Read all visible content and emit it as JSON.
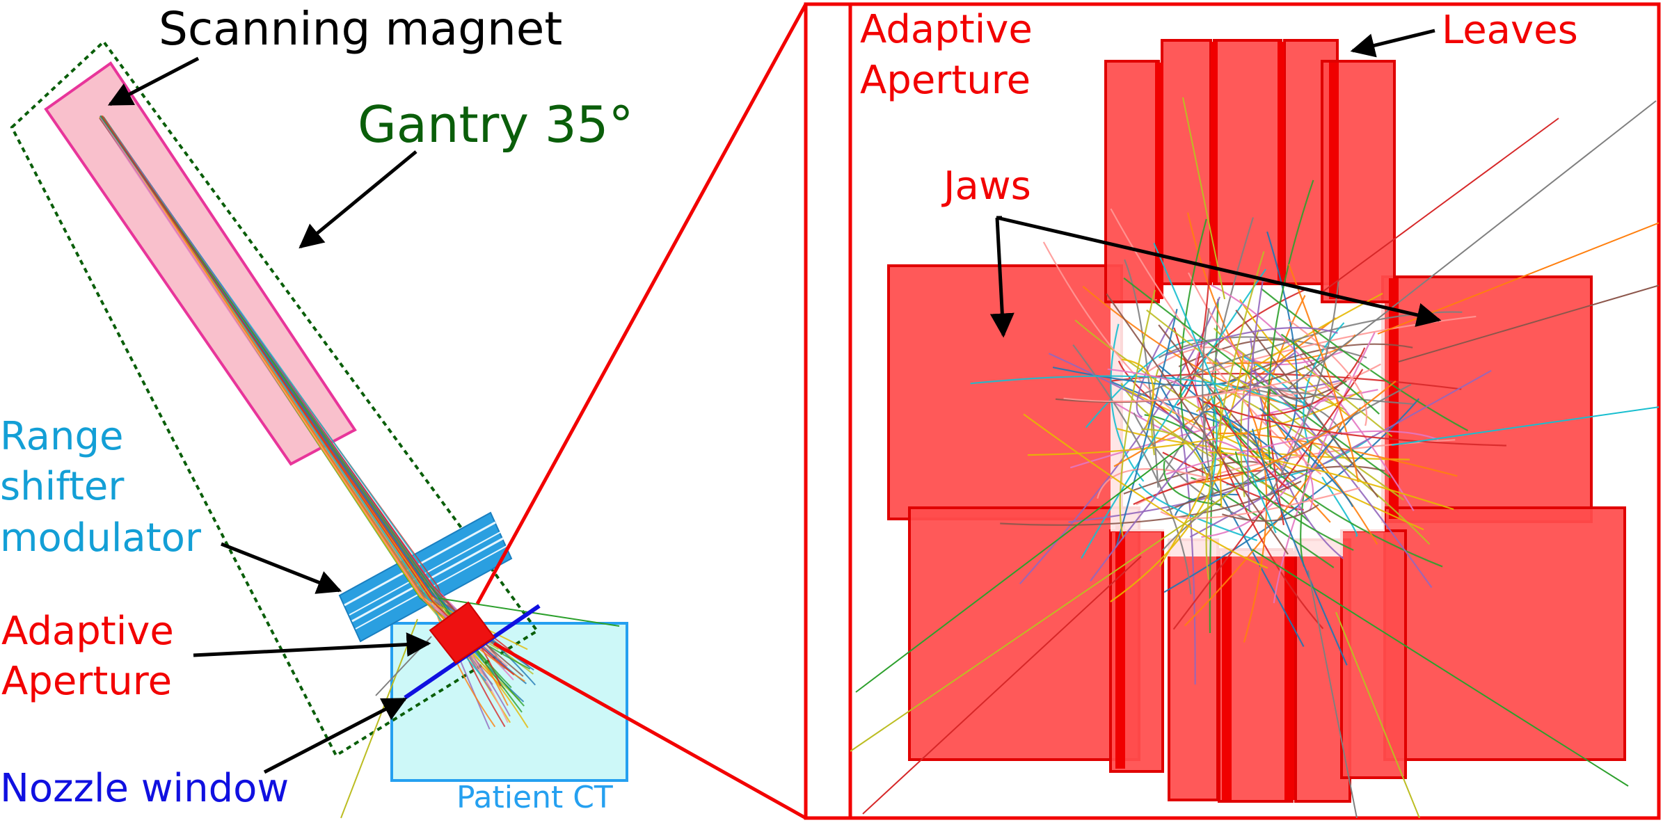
{
  "labels": {
    "scanning_magnet": "Scanning magnet",
    "gantry": "Gantry 35°",
    "range_shifter": [
      "Range",
      "shifter",
      "modulator"
    ],
    "adaptive_aperture": [
      "Adaptive",
      "Aperture"
    ],
    "nozzle_window": "Nozzle window",
    "patient_ct": "Patient CT",
    "zoom_title": [
      "Adaptive",
      "Aperture"
    ],
    "leaves": "Leaves",
    "jaws": "Jaws"
  },
  "colors": {
    "gantry": "#0a5e0a",
    "magnet_fill": "#f9c0cc",
    "magnet_stroke": "#e8359a",
    "range_shifter": "#2a9fe0",
    "range_shifter_text": "#139fd6",
    "aperture": "#f20000",
    "aperture_fill": "#ff4c4c",
    "nozzle": "#1010e0",
    "patient_fill": "#cdf8f8",
    "patient_stroke": "#25a0f0",
    "arrow": "#000000"
  },
  "track_colors": [
    "#ff7f0e",
    "#1f77b4",
    "#2ca02c",
    "#d62728",
    "#9467bd",
    "#8c564b",
    "#e377c2",
    "#7f7f7f",
    "#bcbd22",
    "#17becf",
    "#e5b800",
    "#ff9896"
  ]
}
